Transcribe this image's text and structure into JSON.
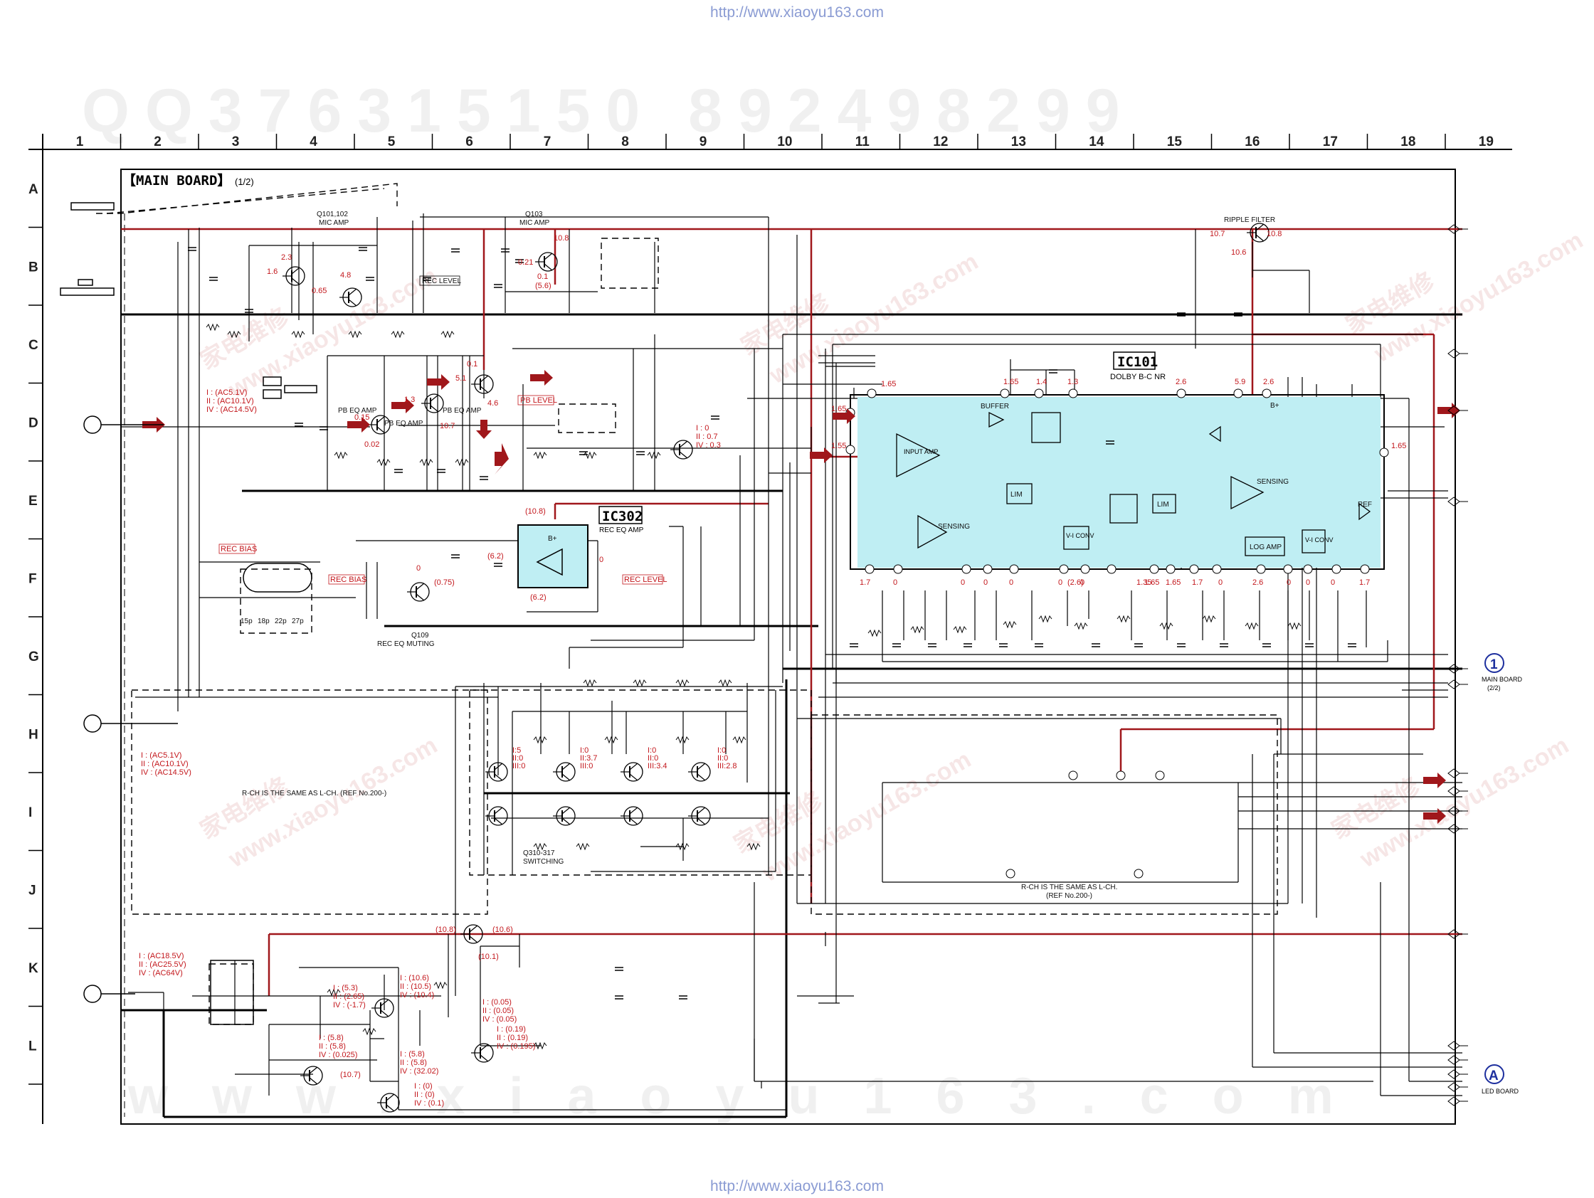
{
  "header_url": "http://www.xiaoyu163.com",
  "footer_url": "http://www.xiaoyu163.com",
  "watermark_top": "QQ376315150     892498299",
  "watermark_bottom": "www.xiaoyu163.com",
  "watermark_diag": [
    "家电维修",
    "www.xiaoyu163.com"
  ],
  "grid_columns": [
    "1",
    "2",
    "3",
    "4",
    "5",
    "6",
    "7",
    "8",
    "9",
    "10",
    "11",
    "12",
    "13",
    "14",
    "15",
    "16",
    "17",
    "18",
    "19"
  ],
  "grid_rows": [
    "A",
    "B",
    "C",
    "D",
    "E",
    "F",
    "G",
    "H",
    "I",
    "J",
    "K",
    "L"
  ],
  "board_title": "【MAIN BOARD】",
  "board_sub": "(1/2)",
  "ic101": {
    "name": "IC101",
    "desc": "DOLBY B-C NR"
  },
  "ic302": {
    "name": "IC302",
    "desc": "REC EQ AMP"
  },
  "labels": {
    "q101": "Q101,102",
    "mic_amp": "MIC AMP",
    "q103": "Q103",
    "mic_amp2": "MIC AMP",
    "ripple": "RIPPLE FILTER",
    "rec_level": "REC LEVEL",
    "pb_eq_amp": "PB EQ AMP",
    "pb_eq_amp2": "PB EQ AMP",
    "pb_eq_amp3": "PB EQ AMP",
    "pb_level": "PB LEVEL",
    "rec_bias": "REC BIAS",
    "rec_bias2": "REC BIAS",
    "rec_level2": "REC LEVEL",
    "q109": "Q109",
    "rec_eq_muting": "REC EQ MUTING",
    "q310": "Q310-317",
    "switching": "SWITCHING",
    "rch_note": "R-CH IS THE SAME AS L-CH. (REF No.200-)",
    "rch_note2a": "R-CH IS THE SAME AS L-CH.",
    "rch_note2b": "(REF No.200-)",
    "buffer": "BUFFER",
    "input_amp": "INPUT AMP",
    "sensing": "SENSING",
    "sensing2": "SENSING",
    "lim": "LIM",
    "lim2": "LIM",
    "vi_conv": "V-I CONV",
    "vi_conv2": "V-I CONV",
    "log_amp": "LOG AMP",
    "ref": "REF",
    "bplus": "B+",
    "bplus2": "B+",
    "main_board": "MAIN BOARD",
    "main_board_sub": "(2/2)",
    "led_board": "LED BOARD",
    "bias_caps": [
      "15p",
      "18p",
      "22p",
      "27p"
    ]
  },
  "connectors": {
    "one": "1",
    "a": "A"
  },
  "voltages": {
    "v1": "2.3",
    "v2": "1.6",
    "v3": "4.8",
    "v4": "0.65",
    "v5": "10.8",
    "v6": "0.21",
    "v7": "0.1",
    "v8": "(5.6)",
    "v9": "10.7",
    "v10": "10.8",
    "v11": "10.6",
    "d1": "I : (AC5.1V)",
    "d2": "II : (AC10.1V)",
    "d3": "IV : (AC14.5V)",
    "v12": "0.15",
    "v13": "1.3",
    "v14": "0.02",
    "v15": "10.7",
    "v16": "5.1",
    "v17": "4.6",
    "v18": "0.1",
    "v19": "I : 0",
    "v20": "II : 0.7",
    "v21": "IV : 0.3",
    "v22": "(10.8)",
    "v23": "(6.2)",
    "v24": "(6.2)",
    "v25": "0",
    "v26": "0",
    "v27": "(0.75)",
    "ic_top": [
      "1.65",
      "1.65",
      "1.55",
      "1.65",
      "1.4",
      "1.3",
      "2.6",
      "5.9",
      "2.6",
      "1.65"
    ],
    "ic_bot": [
      "1.7",
      "0",
      "0",
      "0",
      "0",
      "0",
      "0",
      "(2.6)",
      "1.35",
      "1.65",
      "1.65",
      "1.7",
      "0",
      "2.6",
      "0",
      "0",
      "0",
      "1.7"
    ],
    "h1": "I : (AC5.1V)",
    "h2": "II : (AC10.1V)",
    "h3": "IV : (AC14.5V)",
    "sw": [
      [
        "I:5",
        "II:0",
        "III:0"
      ],
      [
        "I:0",
        "II:3.7",
        "III:0"
      ],
      [
        "I:0",
        "II:0",
        "III:3.4"
      ],
      [
        "I:0",
        "II:0",
        "III:2.8"
      ]
    ],
    "k1": "I : (AC18.5V)",
    "k2": "II : (AC25.5V)",
    "k3": "IV : (AC64V)",
    "k4": "(10.8)",
    "k5": "(10.6)",
    "k6": "(10.1)",
    "k7": "I : (5.3)",
    "k8": "II : (2.65)",
    "k9": "IV : (-1.7)",
    "k10": "I : (10.6)",
    "k11": "II : (10.5)",
    "k12": "IV : (10.4)",
    "k13": "I : (0.05)",
    "k14": "II : (0.05)",
    "k15": "IV : (0.05)",
    "k16": "I : (0.19)",
    "k17": "II : (0.19)",
    "k18": "IV : (0.195)",
    "l1": "I : (5.8)",
    "l2": "II : (5.8)",
    "l3": "IV : (0.025)",
    "l4": "(10.7)",
    "l5": "I : (5.8)",
    "l6": "II : (5.8)",
    "l7": "IV : (32.02)",
    "l8": "I : (0)",
    "l9": "II : (0)",
    "l10": "IV : (0.1)"
  }
}
